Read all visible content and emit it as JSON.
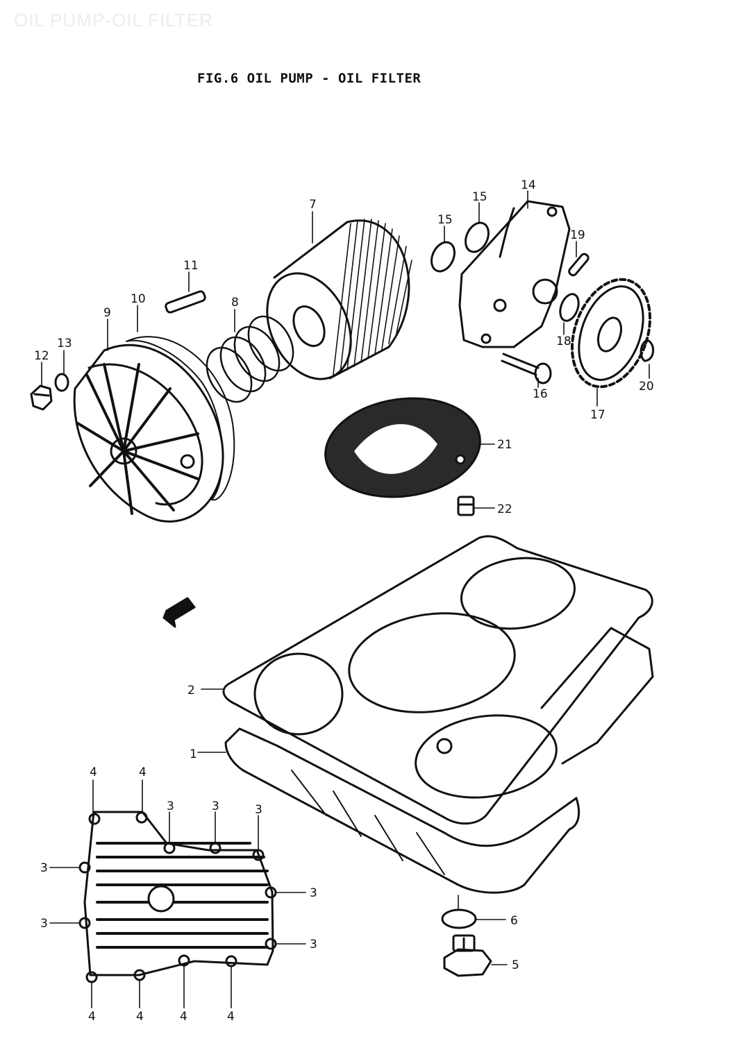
{
  "watermark": "OIL PUMP-OIL FILTER",
  "figure_title": "FIG.6  OIL PUMP - OIL FILTER",
  "callouts": [
    {
      "id": "c1",
      "text": "1"
    },
    {
      "id": "c2",
      "text": "2"
    },
    {
      "id": "c3a",
      "text": "3"
    },
    {
      "id": "c3b",
      "text": "3"
    },
    {
      "id": "c3c",
      "text": "3"
    },
    {
      "id": "c3d",
      "text": "3"
    },
    {
      "id": "c3e",
      "text": "3"
    },
    {
      "id": "c3f",
      "text": "3"
    },
    {
      "id": "c3g",
      "text": "3"
    },
    {
      "id": "c4a",
      "text": "4"
    },
    {
      "id": "c4b",
      "text": "4"
    },
    {
      "id": "c4c",
      "text": "4"
    },
    {
      "id": "c4d",
      "text": "4"
    },
    {
      "id": "c4e",
      "text": "4"
    },
    {
      "id": "c4f",
      "text": "4"
    },
    {
      "id": "c5",
      "text": "5"
    },
    {
      "id": "c6",
      "text": "6"
    },
    {
      "id": "c7",
      "text": "7"
    },
    {
      "id": "c8",
      "text": "8"
    },
    {
      "id": "c9",
      "text": "9"
    },
    {
      "id": "c10",
      "text": "10"
    },
    {
      "id": "c11",
      "text": "11"
    },
    {
      "id": "c12",
      "text": "12"
    },
    {
      "id": "c13",
      "text": "13"
    },
    {
      "id": "c14",
      "text": "14"
    },
    {
      "id": "c15a",
      "text": "15"
    },
    {
      "id": "c15b",
      "text": "15"
    },
    {
      "id": "c16",
      "text": "16"
    },
    {
      "id": "c17",
      "text": "17"
    },
    {
      "id": "c18",
      "text": "18"
    },
    {
      "id": "c19",
      "text": "19"
    },
    {
      "id": "c20",
      "text": "20"
    },
    {
      "id": "c21",
      "text": "21"
    },
    {
      "id": "c22",
      "text": "22"
    }
  ],
  "colors": {
    "ink": "#111111",
    "paper": "#ffffff",
    "watermark": "#ececec"
  }
}
